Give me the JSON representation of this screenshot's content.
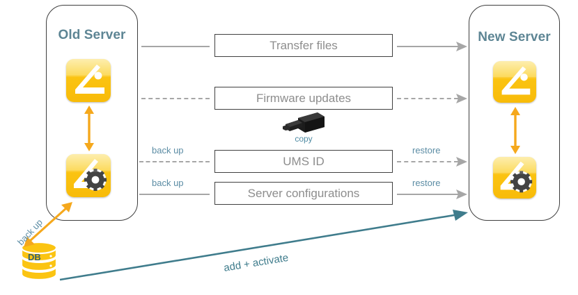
{
  "diagram": {
    "title_left": "Old Server",
    "title_right": "New Server",
    "panels": [
      {
        "id": "old-server",
        "label": "Old Server"
      },
      {
        "id": "new-server",
        "label": "New Server"
      }
    ],
    "rows": [
      {
        "id": "transfer-files",
        "label": "Transfer files",
        "left_style": "solid",
        "right_style": "solid",
        "left_caption": "",
        "right_caption": ""
      },
      {
        "id": "firmware-updates",
        "label": "Firmware updates",
        "left_style": "dashed",
        "right_style": "dashed",
        "left_caption": "",
        "right_caption": ""
      },
      {
        "id": "ums-id",
        "label": "UMS ID",
        "left_style": "dashed",
        "right_style": "dashed",
        "left_caption": "back up",
        "right_caption": "restore"
      },
      {
        "id": "server-configurations",
        "label": "Server configurations",
        "left_style": "solid",
        "right_style": "solid",
        "left_caption": "back up",
        "right_caption": "restore"
      }
    ],
    "usb": {
      "icon": "usb-stick-icon",
      "caption": "copy"
    },
    "database": {
      "icon": "database-cylinder-icon",
      "label": "DB",
      "caption": "back up"
    },
    "bottom_arrow": {
      "label": "add + activate"
    },
    "icons": {
      "app_icon": "igel-app-icon",
      "app_icon_gear": "igel-app-settings-icon",
      "sync_arrow": "vertical-double-arrow-icon"
    },
    "colors": {
      "title_teal": "#5d8594",
      "caption_blue": "#5b8ca4",
      "line_gray": "#a6a6a6",
      "box_text_gray": "#8d8d8d",
      "accent_orange": "#f5a81c",
      "accent_teal": "#3f7c8c",
      "icon_yellow": "#fbc412"
    }
  }
}
